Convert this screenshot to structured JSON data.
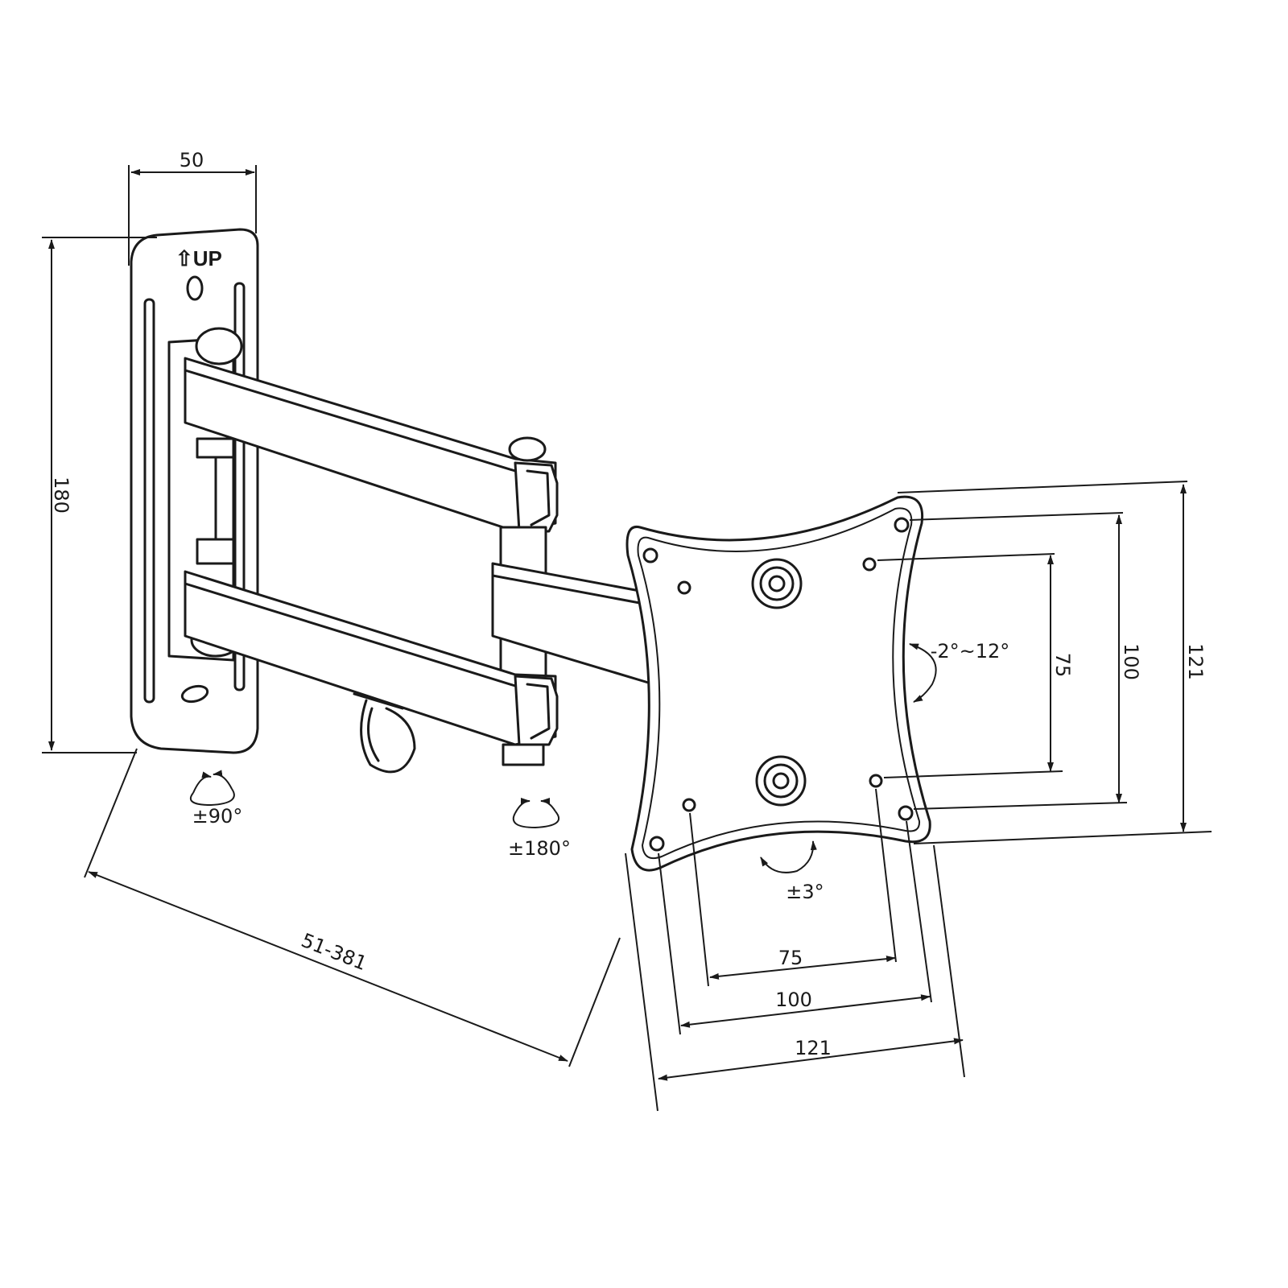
{
  "plate_label": "⇧UP",
  "dimensions": {
    "plate_width": "50",
    "plate_height": "180",
    "extension": "51-381",
    "vesa_v_inner": "75",
    "vesa_v_mid": "100",
    "vesa_v_outer": "121",
    "vesa_h_inner": "75",
    "vesa_h_mid": "100",
    "vesa_h_outer": "121"
  },
  "rotations": {
    "wall_swivel": "±90°",
    "arm_swivel": "±180°",
    "rotation": "±3°",
    "tilt": "-2°~12°"
  }
}
